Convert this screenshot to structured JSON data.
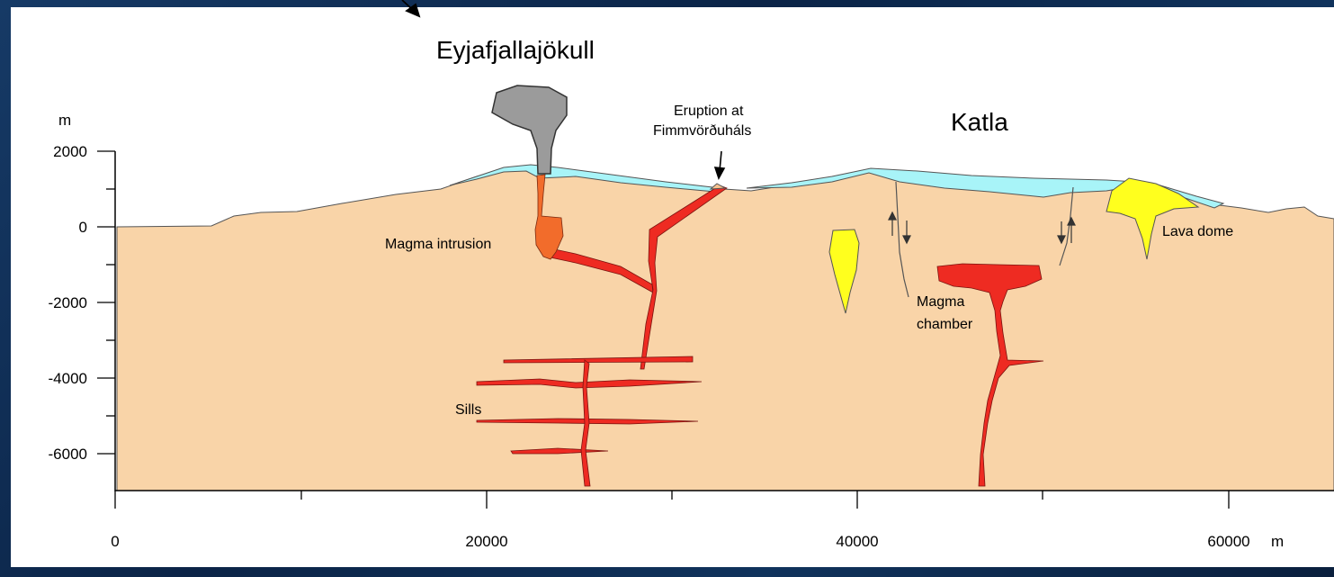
{
  "volcanoes": {
    "west": "Eyjafjallajökull",
    "east": "Katla"
  },
  "annotations": {
    "eruption_line1": "Eruption at",
    "eruption_line2": "Fimmvörðuháls",
    "magma_intrusion": "Magma intrusion",
    "magma_chamber_line1": "Magma",
    "magma_chamber_line2": "chamber",
    "sills": "Sills",
    "lava_dome": "Lava dome"
  },
  "y_axis": {
    "unit": "m",
    "ticks": [
      "2000",
      "0",
      "-2000",
      "-4000",
      "-6000"
    ]
  },
  "x_axis": {
    "unit": "m",
    "ticks": [
      "0",
      "20000",
      "40000",
      "60000"
    ]
  },
  "colors": {
    "crust": "#f9d4a8",
    "ice": "#a8f4f8",
    "magma": "#ee2b22",
    "intrusion": "#f26c2b",
    "dome": "#ffff1e",
    "ash_plume": "#9b9b9b",
    "frame": "#0d2a4e"
  }
}
